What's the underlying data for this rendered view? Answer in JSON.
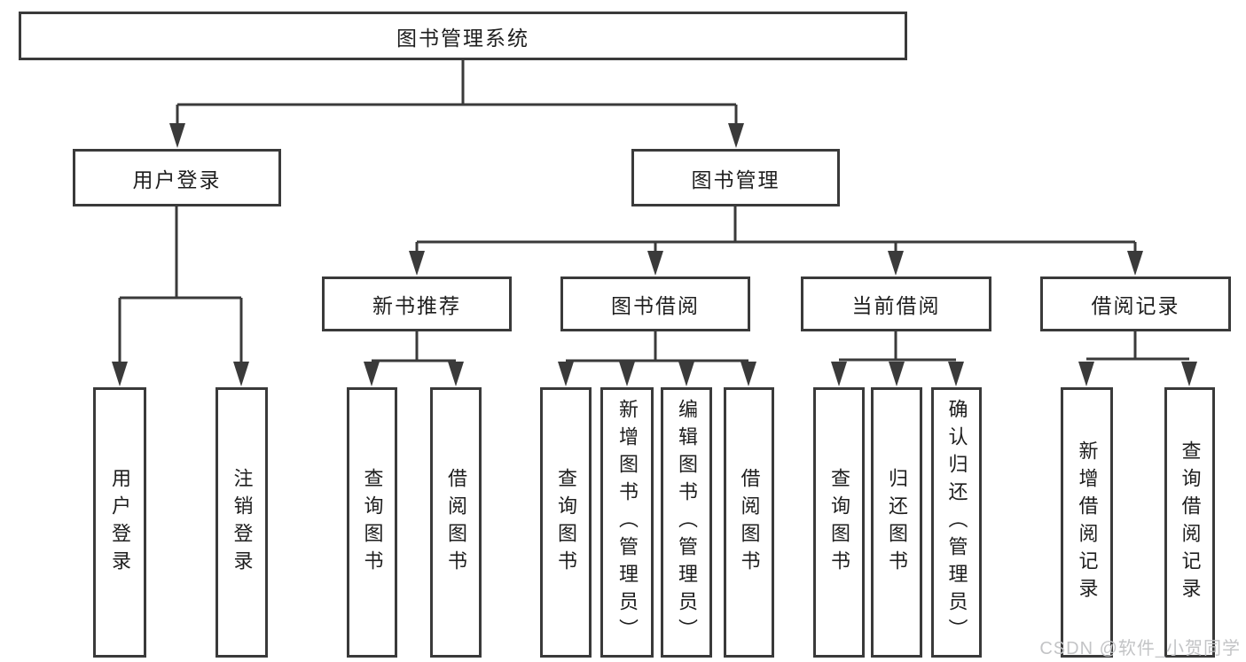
{
  "diagram": {
    "title": "图书管理系统",
    "tree": {
      "label": "图书管理系统",
      "children": [
        {
          "label": "用户登录",
          "children": [
            {
              "label": "用户登录"
            },
            {
              "label": "注销登录"
            }
          ]
        },
        {
          "label": "图书管理",
          "children": [
            {
              "label": "新书推荐",
              "children": [
                {
                  "label": "查询图书"
                },
                {
                  "label": "借阅图书"
                }
              ]
            },
            {
              "label": "图书借阅",
              "children": [
                {
                  "label": "查询图书"
                },
                {
                  "label": "新增图书（管理员）"
                },
                {
                  "label": "编辑图书（管理员）"
                },
                {
                  "label": "借阅图书"
                }
              ]
            },
            {
              "label": "当前借阅",
              "children": [
                {
                  "label": "查询图书"
                },
                {
                  "label": "归还图书"
                },
                {
                  "label": "确认归还（管理员）"
                }
              ]
            },
            {
              "label": "借阅记录",
              "children": [
                {
                  "label": "新增借阅记录"
                },
                {
                  "label": "查询借阅记录"
                }
              ]
            }
          ]
        }
      ]
    }
  },
  "watermark": {
    "text": "CSDN @软件_小贺同学"
  },
  "colors": {
    "line": "#3a3a3a",
    "box_border": "#3a3a3a",
    "text": "#1e1e1e",
    "watermark": "#c3c4c6",
    "background": "#ffffff"
  }
}
